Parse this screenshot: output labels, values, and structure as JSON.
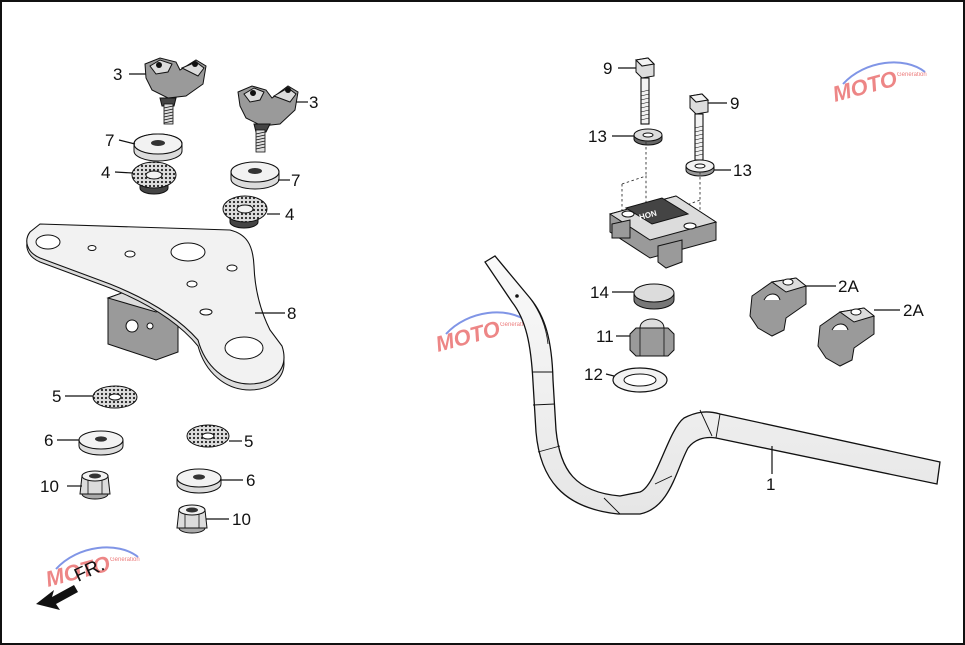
{
  "diagram": {
    "callouts": {
      "c3a": "3",
      "c3b": "3",
      "c7a": "7",
      "c7b": "7",
      "c4a": "4",
      "c4b": "4",
      "c8": "8",
      "c5a": "5",
      "c5b": "5",
      "c6a": "6",
      "c6b": "6",
      "c10a": "10",
      "c10b": "10",
      "c9a": "9",
      "c9b": "9",
      "c13a": "13",
      "c13b": "13",
      "c14": "14",
      "c11": "11",
      "c12": "12",
      "c2Aa": "2A",
      "c2Ab": "2A",
      "c1": "1"
    },
    "direction_label": "FR."
  },
  "watermark": {
    "text": "MOTO",
    "sub": "Génération",
    "colors": {
      "red": "#e02424",
      "blue": "#2b4fd6"
    }
  },
  "colors": {
    "border": "#111111",
    "background": "#ffffff"
  }
}
